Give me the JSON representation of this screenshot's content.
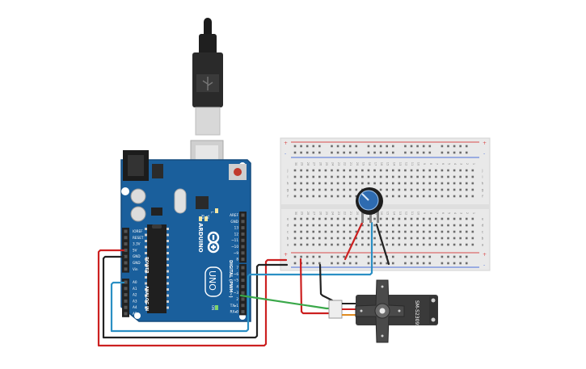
{
  "board": {
    "brand": "ARDUINO",
    "model": "UNO",
    "power_header_label": "POWER",
    "analog_header_label": "ANALOG IN",
    "digital_header_label": "DIGITAL (PWM~)",
    "power_pins": [
      "IOREF",
      "RESET",
      "3.3V",
      "5V",
      "GND",
      "GND",
      "Vin"
    ],
    "analog_pins": [
      "A0",
      "A1",
      "A2",
      "A3",
      "A4",
      "A5"
    ],
    "digital_pins_top": [
      "AREF",
      "GND",
      "13",
      "12",
      "~11",
      "~10",
      "~9",
      "8"
    ],
    "digital_pins_bottom": [
      "7",
      "~6",
      "~5",
      "4",
      "~3",
      "2",
      "TX▸1",
      "RX◂0"
    ],
    "led_labels": [
      "L",
      "TX",
      "RX"
    ],
    "on_label": "ON",
    "board_color": "#1a5f9c",
    "header_color": "#222222"
  },
  "usb_cable": {
    "name": "usb-b-cable"
  },
  "breadboard": {
    "rail_plus": "+",
    "rail_minus": "-",
    "row_labels_top": [
      "j",
      "i",
      "h",
      "g",
      "f"
    ],
    "row_labels_bottom": [
      "e",
      "d",
      "c",
      "b",
      "a"
    ],
    "column_numbers": [
      "30",
      "29",
      "28",
      "27",
      "26",
      "25",
      "24",
      "23",
      "22",
      "21",
      "20",
      "19",
      "18",
      "17",
      "16",
      "15",
      "14",
      "13",
      "12",
      "11",
      "10",
      "9",
      "8",
      "7",
      "6",
      "5",
      "4",
      "3",
      "2",
      "1"
    ]
  },
  "potentiometer": {
    "name": "rotary-potentiometer",
    "knob_color": "#2e6bb0"
  },
  "servo": {
    "label": "SM-S2309S",
    "body_color": "#3a3a3a"
  },
  "wire_colors": {
    "red": "#cc2020",
    "black": "#222222",
    "blue": "#2a8fc4",
    "green": "#3aa84a"
  }
}
